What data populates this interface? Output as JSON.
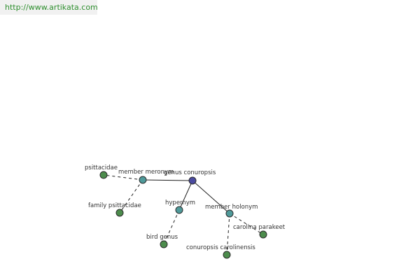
{
  "header": {
    "url": "http://www.artikata.com"
  },
  "colors": {
    "center": "#4b4ba0",
    "relation": "#4f9a9a",
    "leaf": "#4c8c4c",
    "edge": "#222222",
    "url": "#2f8f2f"
  },
  "graph": {
    "nodes": [
      {
        "id": "center",
        "label": "genus conuropsis",
        "kind": "center"
      },
      {
        "id": "member-meronym",
        "label": "member meronym",
        "kind": "relation"
      },
      {
        "id": "hypernym",
        "label": "hypernym",
        "kind": "relation"
      },
      {
        "id": "member-holonym",
        "label": "member holonym",
        "kind": "relation"
      },
      {
        "id": "psittacidae",
        "label": "psittacidae",
        "kind": "leaf"
      },
      {
        "id": "family-psittacidae",
        "label": "family psittacidae",
        "kind": "leaf"
      },
      {
        "id": "bird-genus",
        "label": "bird genus",
        "kind": "leaf"
      },
      {
        "id": "carolina-parakeet",
        "label": "carolina parakeet",
        "kind": "leaf"
      },
      {
        "id": "conuropsis-carolinensis",
        "label": "conuropsis carolinensis",
        "kind": "leaf"
      }
    ],
    "edges": [
      {
        "from": "center",
        "to": "member-meronym",
        "style": "solid"
      },
      {
        "from": "center",
        "to": "hypernym",
        "style": "solid"
      },
      {
        "from": "center",
        "to": "member-holonym",
        "style": "solid"
      },
      {
        "from": "member-meronym",
        "to": "psittacidae",
        "style": "dashed"
      },
      {
        "from": "member-meronym",
        "to": "family-psittacidae",
        "style": "dashed"
      },
      {
        "from": "hypernym",
        "to": "bird-genus",
        "style": "dashed"
      },
      {
        "from": "member-holonym",
        "to": "carolina-parakeet",
        "style": "dashed"
      },
      {
        "from": "member-holonym",
        "to": "conuropsis-carolinensis",
        "style": "dashed"
      }
    ]
  }
}
